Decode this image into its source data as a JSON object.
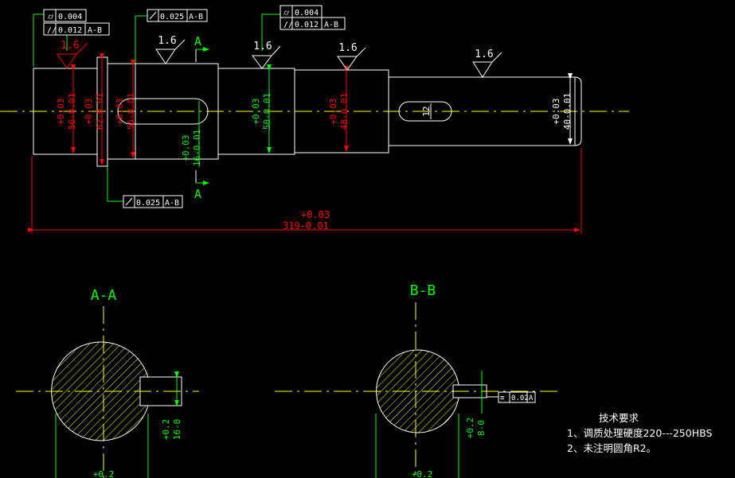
{
  "roughness": {
    "r1": "1.6",
    "r2": "1.6",
    "r3": "1.6",
    "r4": "1.6",
    "r5": "1.6"
  },
  "tolerance_frames": {
    "top_left": {
      "row1_value": "0.004",
      "row2_value": "0.012",
      "row2_datum": "A-B"
    },
    "top_middle": {
      "value": "0.025",
      "datum": "A-B"
    },
    "top_right": {
      "row1_value": "0.004",
      "row2_value": "0.012",
      "row2_datum": "A-B"
    },
    "bottom_left": {
      "value": "0.025",
      "datum": "A-B"
    },
    "keyway_b": {
      "value": "0.02",
      "datum": "A"
    }
  },
  "section_marks": {
    "top": "A",
    "bottom": "A"
  },
  "dimensions": {
    "d1": {
      "upper": "+0.03",
      "nominal": "50-0.01"
    },
    "d2": {
      "upper": "+0.03",
      "nominal": "62-0.01"
    },
    "d3": {
      "upper": "+0.03",
      "nominal": "55-0.01"
    },
    "d4": {
      "upper": "+0.03",
      "nominal": "16-0.01"
    },
    "d5": {
      "upper": "+0.03",
      "nominal": "50-0.01"
    },
    "d6": {
      "upper": "+0.03",
      "nominal": "48-0.01"
    },
    "d7": {
      "upper": "+0.03",
      "nominal": "40-0.01"
    },
    "key_width": "12",
    "overall": {
      "upper": "+0.03",
      "nominal": "319-0.01"
    }
  },
  "sections": {
    "aa": {
      "title": "A-A",
      "dim_upper": "+0.2",
      "dim_nominal": "16-0",
      "bottom_dim": "+0.2"
    },
    "bb": {
      "title": "B-B",
      "dim_upper": "+0.2",
      "dim_nominal": "8-0",
      "bottom_dim": "+0.2"
    }
  },
  "notes": {
    "title": "技术要求",
    "item1": "1、调质处理硬度220---250HBS",
    "item2": "2、未注明圆角R2。"
  }
}
